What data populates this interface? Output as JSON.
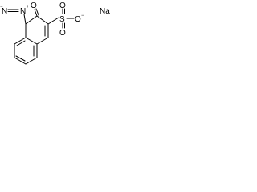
{
  "molecule": {
    "atoms": {
      "n_terminal": "N",
      "n_inner": "N",
      "charge_minus": "−",
      "charge_plus": "+",
      "oxygen_keto": "O",
      "sulfur": "S",
      "oxygen_top": "O",
      "oxygen_right": "O",
      "oxygen_bottom": "O",
      "oxygen_minus": "−",
      "sodium": "Na",
      "sodium_plus": "+"
    }
  }
}
